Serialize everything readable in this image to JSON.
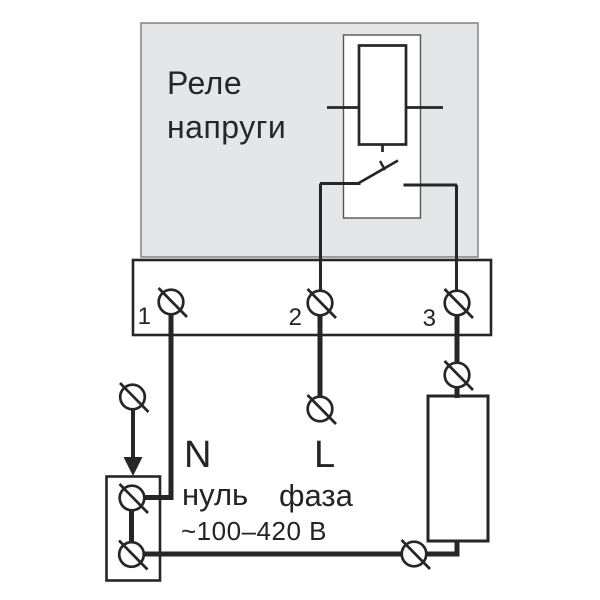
{
  "diagram": {
    "device": {
      "title_line1": "Реле",
      "title_line2": "напруги"
    },
    "terminal_block": {
      "terminals": [
        {
          "number": "1",
          "role": "neutral"
        },
        {
          "number": "2",
          "role": "phase-in"
        },
        {
          "number": "3",
          "role": "phase-out"
        }
      ]
    },
    "labels": {
      "neutral_letter": "N",
      "neutral_word": "нуль",
      "phase_letter": "L",
      "phase_word": "фаза",
      "voltage_range": "~100–420 В"
    },
    "icons": {
      "screw_terminal": "circle-with-diagonal-slash",
      "relay_coil": "rectangle-coil-symbol",
      "relay_contact": "switch-blade-symbol",
      "supply_arrow": "solid-down-arrow"
    },
    "colors": {
      "background": "#ffffff",
      "relay_body_fill": "#e5e6e8",
      "relay_body_border": "#85898d",
      "line": "#262626",
      "text": "#232328"
    }
  }
}
